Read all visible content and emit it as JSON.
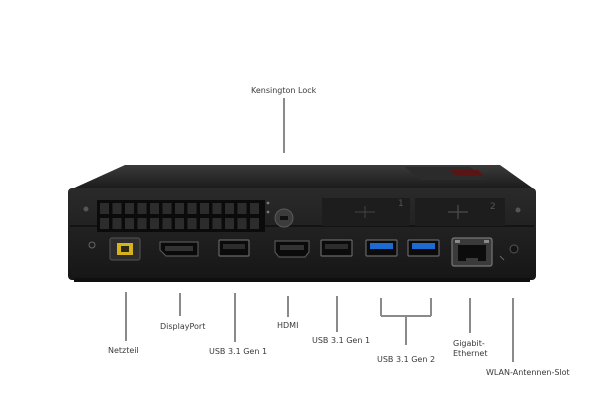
{
  "image": {
    "subject": "mini-pc-rear-panel",
    "background_color": "#ffffff",
    "case_color": "#1f1f1f",
    "port_labels": {
      "lock": "Kensington Lock",
      "power": "Netzteil",
      "displayport": "DisplayPort",
      "usb_left": "USB 3.1 Gen 1",
      "hdmi": "HDMI",
      "usb_mid": "USB 3.1 Gen 1",
      "usb_blue": "USB 3.1 Gen 2",
      "ethernet_line1": "Gigabit-",
      "ethernet_line2": "Ethernet",
      "wlan": "WLAN-Antennen-Slot"
    },
    "panel_markings": {
      "slot1": "1",
      "slot2": "2"
    }
  }
}
